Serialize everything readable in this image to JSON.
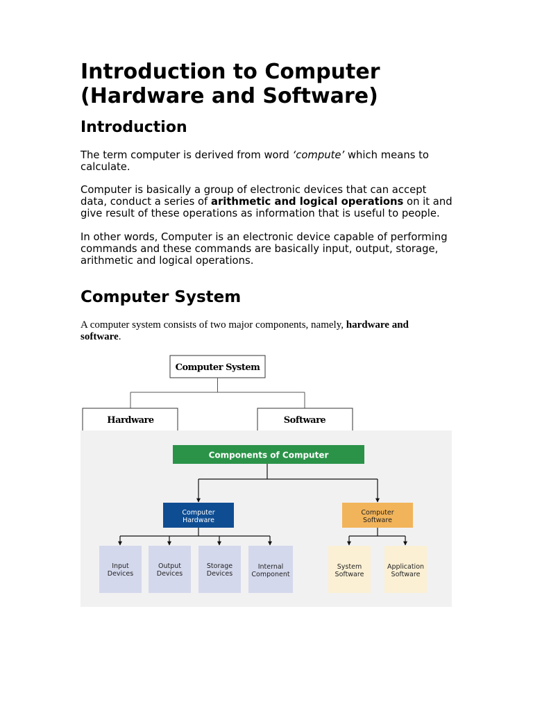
{
  "title_line1": "Introduction to Computer",
  "title_line2": "(Hardware and Software)",
  "intro": {
    "heading": "Introduction",
    "p1_a": "The term computer is derived from word ",
    "p1_em": "‘compute’",
    "p1_b": " which means to calculate.",
    "p2_a": "Computer is basically a group of electronic devices that can accept data, conduct a series of ",
    "p2_bold": "arithmetic and logical operations",
    "p2_b": " on it and give result of these operations as information that is useful to people.",
    "p3": "In other words, Computer is an electronic device capable of performing commands and these commands are basically input, output, storage, arithmetic and logical operations."
  },
  "system": {
    "heading": "Computer System",
    "text_a": "A computer system consists of two major components, namely, ",
    "text_bold": "hardware and software",
    "text_b": "."
  },
  "diagram1": {
    "root": "Computer System",
    "left": "Hardware",
    "right": "Software"
  },
  "diagram2": {
    "root": "Components of Computer",
    "hardware_l1": "Computer",
    "hardware_l2": "Hardware",
    "software_l1": "Computer",
    "software_l2": "Software",
    "input_l1": "Input",
    "input_l2": "Devices",
    "output_l1": "Output",
    "output_l2": "Devices",
    "storage_l1": "Storage",
    "storage_l2": "Devices",
    "internal_l1": "Internal",
    "internal_l2": "Component",
    "system_l1": "System",
    "system_l2": "Software",
    "app_l1": "Application",
    "app_l2": "Software",
    "colors": {
      "root": "#2a9348",
      "hardware": "#0f4d92",
      "software": "#f2b45a",
      "hardware_leaf": "#d4d8ec",
      "software_leaf": "#fbf0d4",
      "panel": "#f1f1f2"
    }
  }
}
